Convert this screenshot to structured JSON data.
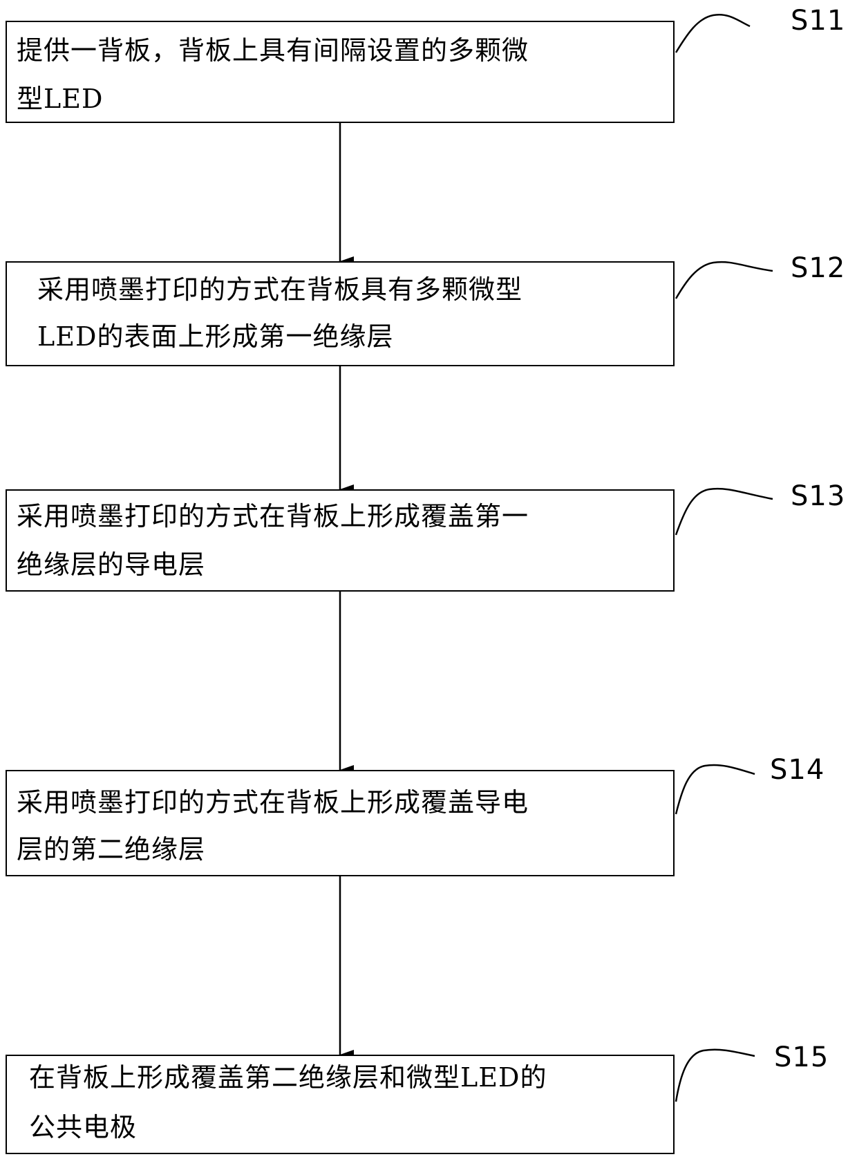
{
  "steps": [
    {
      "id": "S11",
      "label": "S11",
      "lines": [
        "提供一背板，背板上具有间隔设置的多颗微",
        "型LED"
      ]
    },
    {
      "id": "S12",
      "label": "S12",
      "lines": [
        "采用喷墨打印的方式在背板具有多颗微型",
        "LED的表面上形成第一绝缘层"
      ]
    },
    {
      "id": "S13",
      "label": "S13",
      "lines": [
        "采用喷墨打印的方式在背板上形成覆盖第一",
        "绝缘层的导电层"
      ]
    },
    {
      "id": "S14",
      "label": "S14",
      "lines": [
        "采用喷墨打印的方式在背板上形成覆盖导电",
        "层的第二绝缘层"
      ]
    },
    {
      "id": "S15",
      "label": "S15",
      "lines": [
        "在背板上形成覆盖第二绝缘层和微型LED的",
        "公共电极"
      ]
    }
  ]
}
